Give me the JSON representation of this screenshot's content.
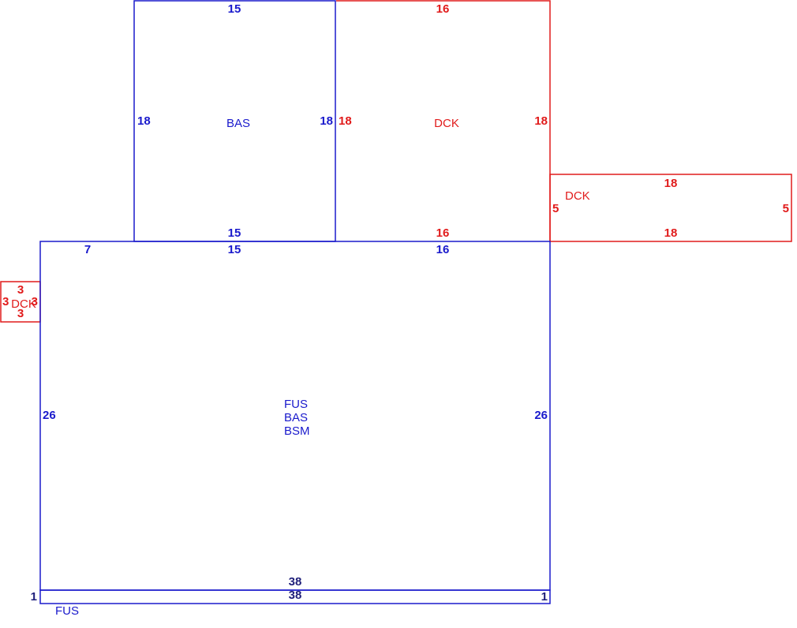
{
  "colors": {
    "living": "#1a1acc",
    "deck": "#e11b1b",
    "dim_navy": "#1f1f7a"
  },
  "areas": {
    "bas_top": {
      "label": "BAS",
      "top": "15",
      "bottom": "15",
      "left": "18",
      "right": "18"
    },
    "dck_top": {
      "label": "DCK",
      "top": "16",
      "bottom": "16",
      "left": "18",
      "right": "18"
    },
    "dck_right": {
      "label": "DCK",
      "top": "18",
      "bottom": "18",
      "left": "5",
      "right": "5"
    },
    "dck_small": {
      "label": "DCK",
      "top": "3",
      "bottom": "3",
      "left": "3",
      "right": "3"
    },
    "main": {
      "labels": [
        "FUS",
        "BAS",
        "BSM"
      ],
      "top_left": "7",
      "top_mid": "15",
      "top_right": "16",
      "left": "26",
      "right": "26",
      "bottom": "38"
    },
    "strip": {
      "label": "FUS",
      "top": "38",
      "left": "1",
      "right": "1"
    }
  }
}
